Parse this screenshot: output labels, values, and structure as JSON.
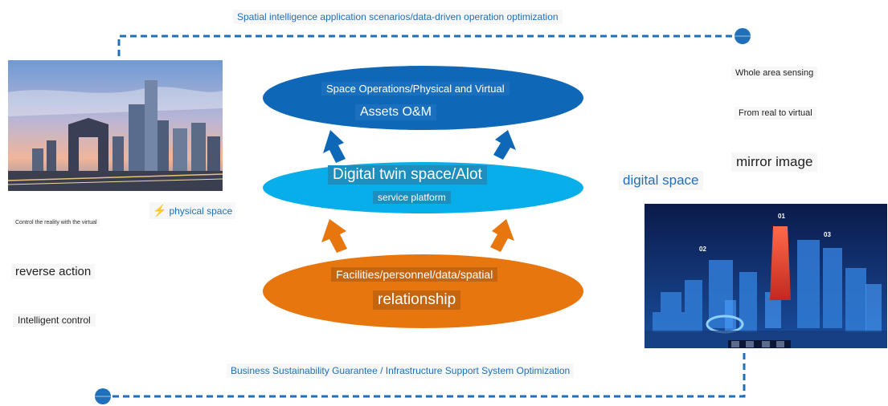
{
  "top_banner": "Spatial intelligence application scenarios/data-driven operation optimization",
  "bottom_banner": "Business Sustainability Guarantee / Infrastructure Support System Optimization",
  "left": {
    "physical_space": "physical space",
    "control_note": "Control the reality with the virtual",
    "reverse_action": "reverse action",
    "intelligent_control": "Intelligent control"
  },
  "right": {
    "whole_area_sensing": "Whole area sensing",
    "real_to_virtual": "From real to virtual",
    "mirror_image": "mirror image",
    "digital_space": "digital space",
    "map_labels": [
      "01",
      "02",
      "03"
    ]
  },
  "layers": {
    "top_line1": "Space Operations/Physical and Virtual",
    "top_line2": "Assets O&M",
    "mid_line1": "Digital twin space/Alot",
    "mid_line2": "service platform",
    "bottom_line1": "Facilities/personnel/data/spatial",
    "bottom_line2": "relationship"
  },
  "colors": {
    "top_layer": "#0f67b8",
    "mid_layer": "#08aeea",
    "bottom_layer": "#e8760f",
    "dashed_line": "#1f6fba"
  }
}
